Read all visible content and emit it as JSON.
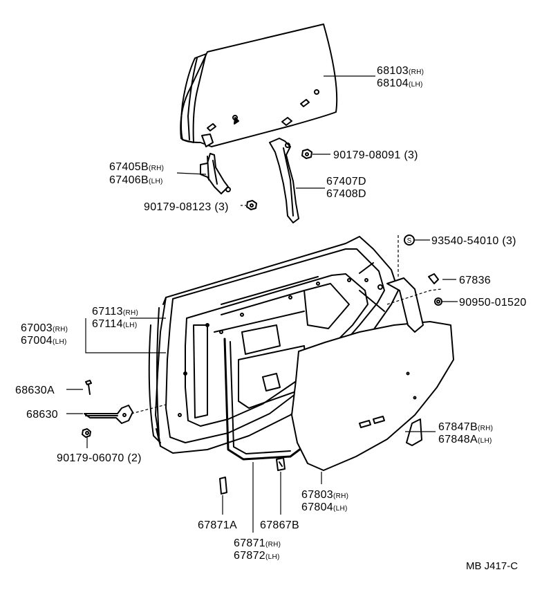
{
  "diagram": {
    "reference": "MB J417-C",
    "parts": {
      "glass": {
        "rh": "68103",
        "rh_suffix": "(RH)",
        "lh": "68104",
        "lh_suffix": "(LH)"
      },
      "glass_nut_right": {
        "number": "90179-08091 (3)"
      },
      "front_channel": {
        "rh": "67405B",
        "rh_suffix": "(RH)",
        "lh": "67406B",
        "lh_suffix": "(LH)"
      },
      "rear_channel": {
        "rh": "67407D",
        "lh": "67408D"
      },
      "channel_nut": {
        "number": "90179-08123 (3)"
      },
      "screw": {
        "number": "93540-54010 (3)",
        "mark": "S"
      },
      "clip": {
        "number": "67836"
      },
      "grommet": {
        "number": "90950-01520"
      },
      "door_panel": {
        "rh": "67113",
        "rh_suffix": "(RH)",
        "lh": "67114",
        "lh_suffix": "(LH)"
      },
      "door_assy": {
        "rh": "67003",
        "rh_suffix": "(RH)",
        "lh": "67004",
        "lh_suffix": "(LH)"
      },
      "check_pin": {
        "number": "68630A"
      },
      "door_check": {
        "number": "68630"
      },
      "check_nut": {
        "number": "90179-06070 (2)"
      },
      "service_cover": {
        "rh": "67803",
        "rh_suffix": "(RH)",
        "lh": "67804",
        "lh_suffix": "(LH)"
      },
      "seal_inner": {
        "rh": "67847B",
        "rh_suffix": "(RH)",
        "lh": "67848A",
        "lh_suffix": "(LH)"
      },
      "weatherstrip_clip_a": {
        "number": "67871A"
      },
      "weatherstrip_clip_b": {
        "number": "67867B"
      },
      "weatherstrip": {
        "rh": "67871",
        "rh_suffix": "(RH)",
        "lh": "67872",
        "lh_suffix": "(LH)"
      }
    }
  }
}
